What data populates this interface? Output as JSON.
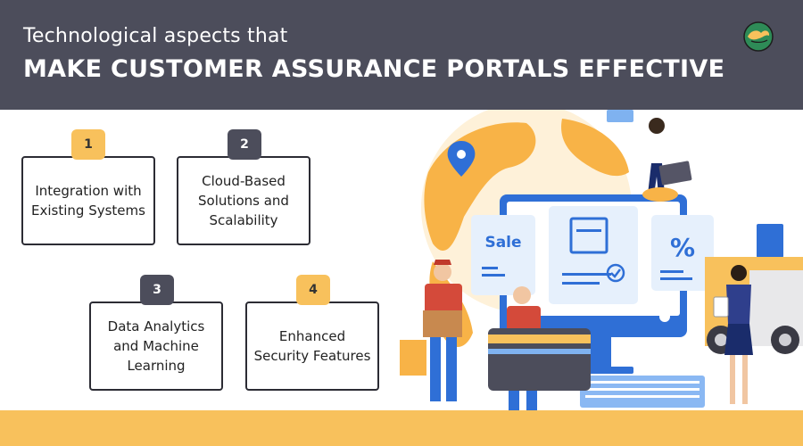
{
  "header": {
    "subtitle": "Technological aspects that",
    "title": "MAKE CUSTOMER ASSURANCE PORTALS EFFECTIVE",
    "logo_icon": "leaf-globe-logo"
  },
  "cards": [
    {
      "number": "1",
      "text": "Integration with Existing Systems",
      "badge_color": "#f8c15c"
    },
    {
      "number": "2",
      "text": "Cloud-Based Solutions and Scalability",
      "badge_color": "#4c4d5b"
    },
    {
      "number": "3",
      "text": "Data Analytics and Machine Learning",
      "badge_color": "#4c4d5b"
    },
    {
      "number": "4",
      "text": "Enhanced Security Features",
      "badge_color": "#f8c15c"
    }
  ],
  "illustration": {
    "sale_label": "Sale",
    "percent_label": "%"
  },
  "colors": {
    "header_bg": "#4c4d5b",
    "accent_orange": "#f8c15c",
    "accent_blue": "#2f6fd6"
  }
}
